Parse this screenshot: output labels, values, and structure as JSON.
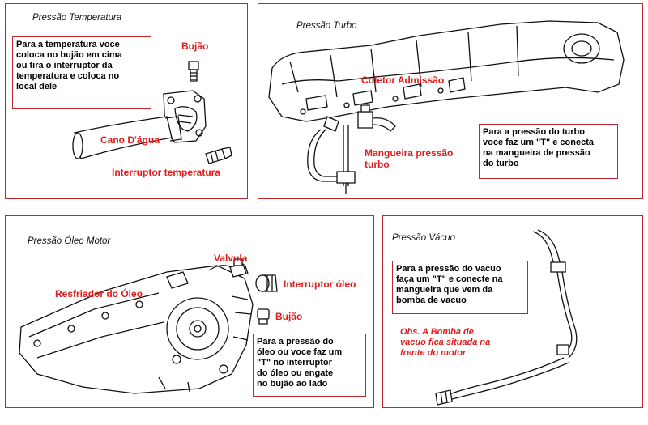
{
  "panels": {
    "temperatura": {
      "title": "Pressão Temperatura",
      "note": "Para a temperatura voce\ncoloca no bujão em cima\nou tira o interruptor da\ntemperatura e coloca no\nlocal dele",
      "labels": {
        "bujao": "Bujão",
        "cano": "Cano D'água",
        "interruptor": "Interruptor temperatura"
      }
    },
    "turbo": {
      "title": "Pressão Turbo",
      "note": "Para a pressão do turbo\nvoce faz um \"T\" e conecta\nna mangueira de pressão\ndo turbo",
      "labels": {
        "coletor": "Coletor Admissão",
        "mangueira": "Mangueira pressão\nturbo"
      }
    },
    "oleo": {
      "title": "Pressão Óleo Motor",
      "note": "Para a pressão do\nóleo ou voce faz um\n\"T\" no interruptor\ndo óleo ou engate\nno bujão ao lado",
      "labels": {
        "valvula": "Valvula",
        "resfriador": "Resfriador do Óleo",
        "interruptor": "Interruptor óleo",
        "bujao": "Bujão"
      }
    },
    "vacuo": {
      "title": "Pressão Vácuo",
      "note": "Para a pressão do vacuo\nfaça um \"T\" e conecte na\nmangueira que vem da\nbomba de vacuo",
      "obs": "Obs. A Bomba de\nvacuo fica situada na\nfrente do motor"
    }
  },
  "colors": {
    "border": "#c0262c",
    "label": "#e31b1b"
  }
}
